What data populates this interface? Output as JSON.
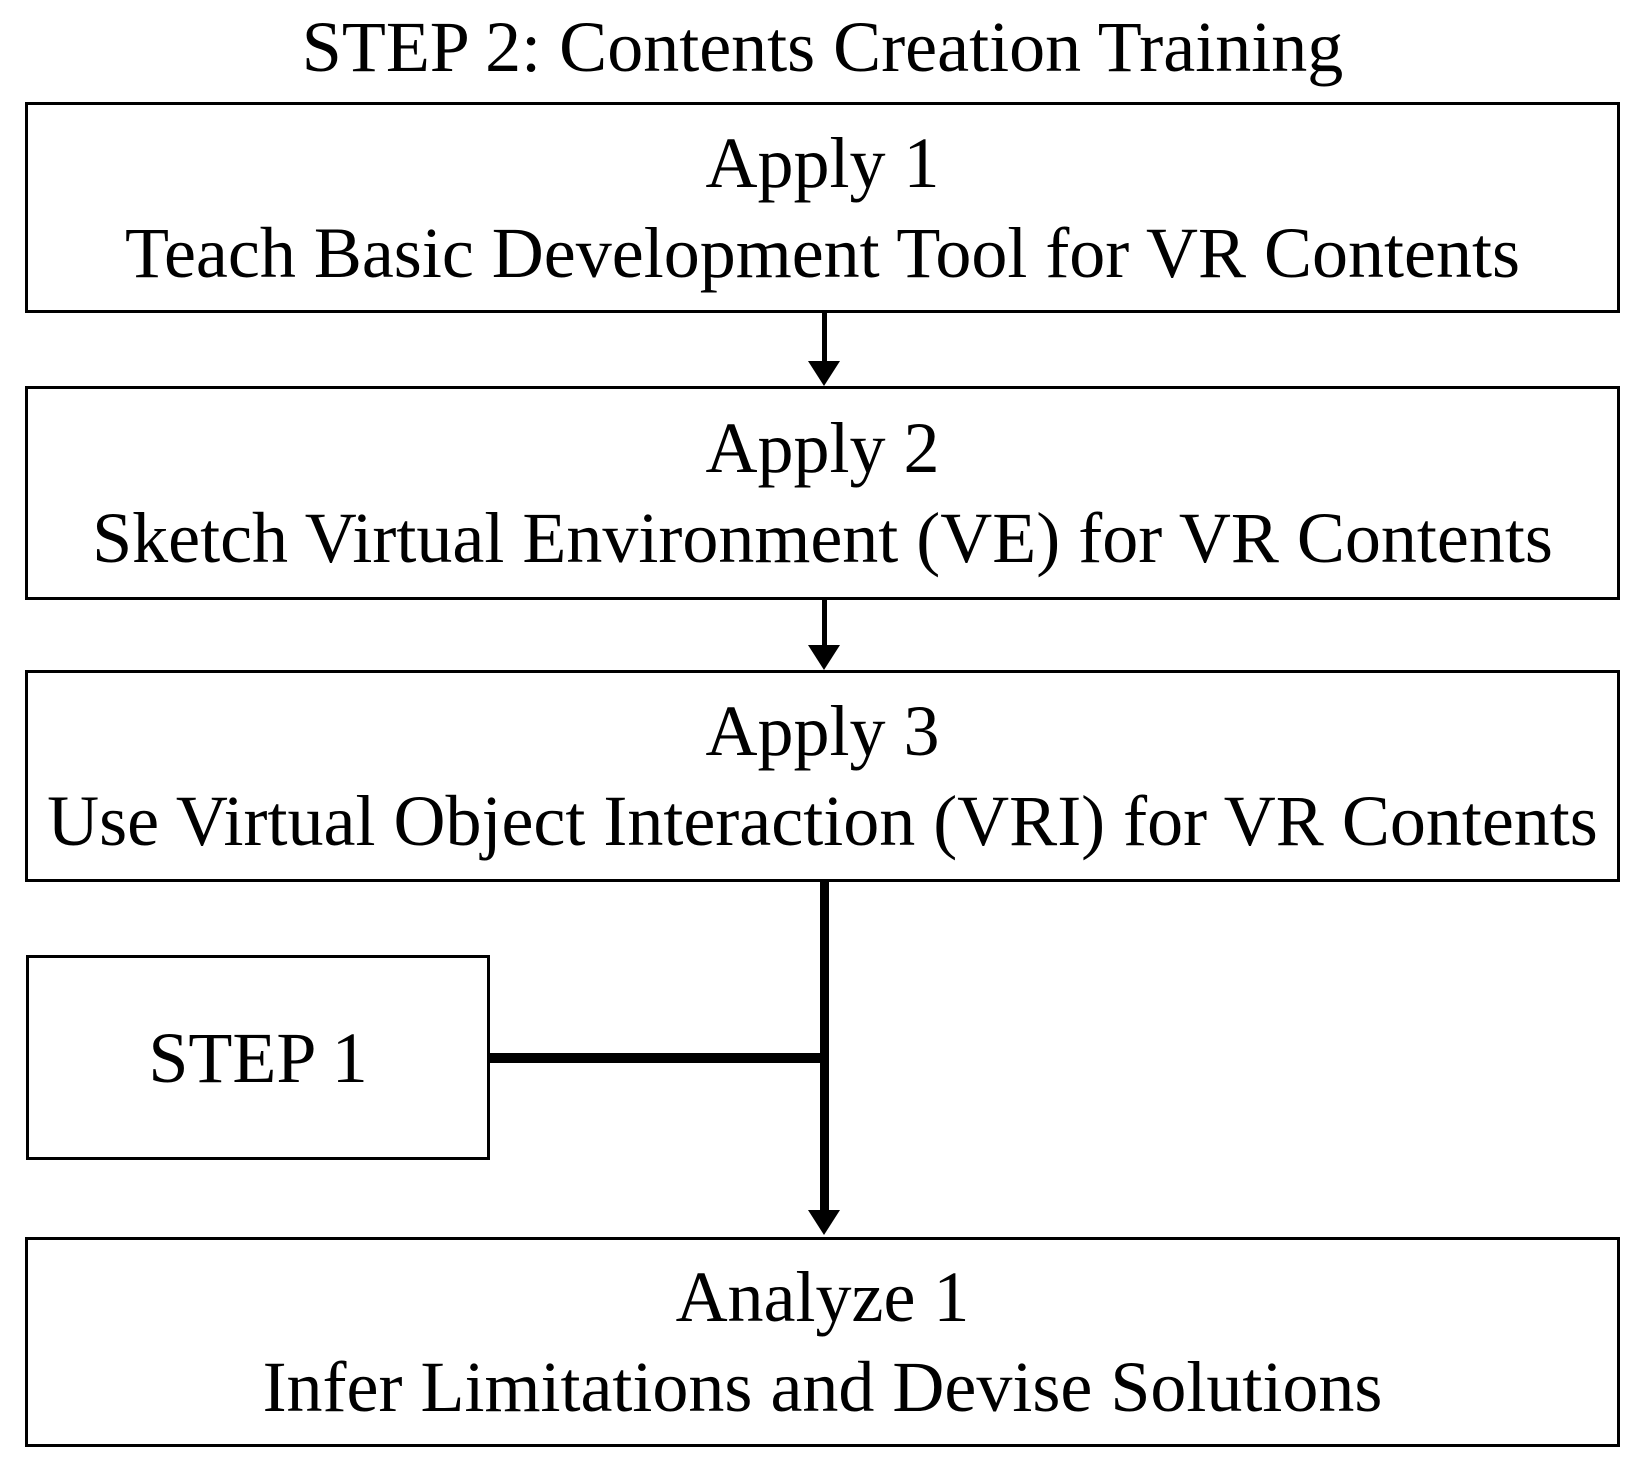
{
  "title": "STEP 2: Contents Creation Training",
  "nodes": {
    "apply1": {
      "line1": "Apply 1",
      "line2": "Teach Basic Development Tool for VR Contents"
    },
    "apply2": {
      "line1": "Apply 2",
      "line2": "Sketch Virtual Environment (VE) for VR Contents"
    },
    "apply3": {
      "line1": "Apply 3",
      "line2": "Use Virtual Object Interaction (VRI) for VR Contents"
    },
    "step1": {
      "line1": "STEP 1"
    },
    "analyze1": {
      "line1": "Analyze 1",
      "line2": "Infer Limitations and Devise Solutions"
    }
  },
  "colors": {
    "background": "#ffffff",
    "border": "#000000",
    "text": "#000000",
    "arrow": "#000000"
  }
}
